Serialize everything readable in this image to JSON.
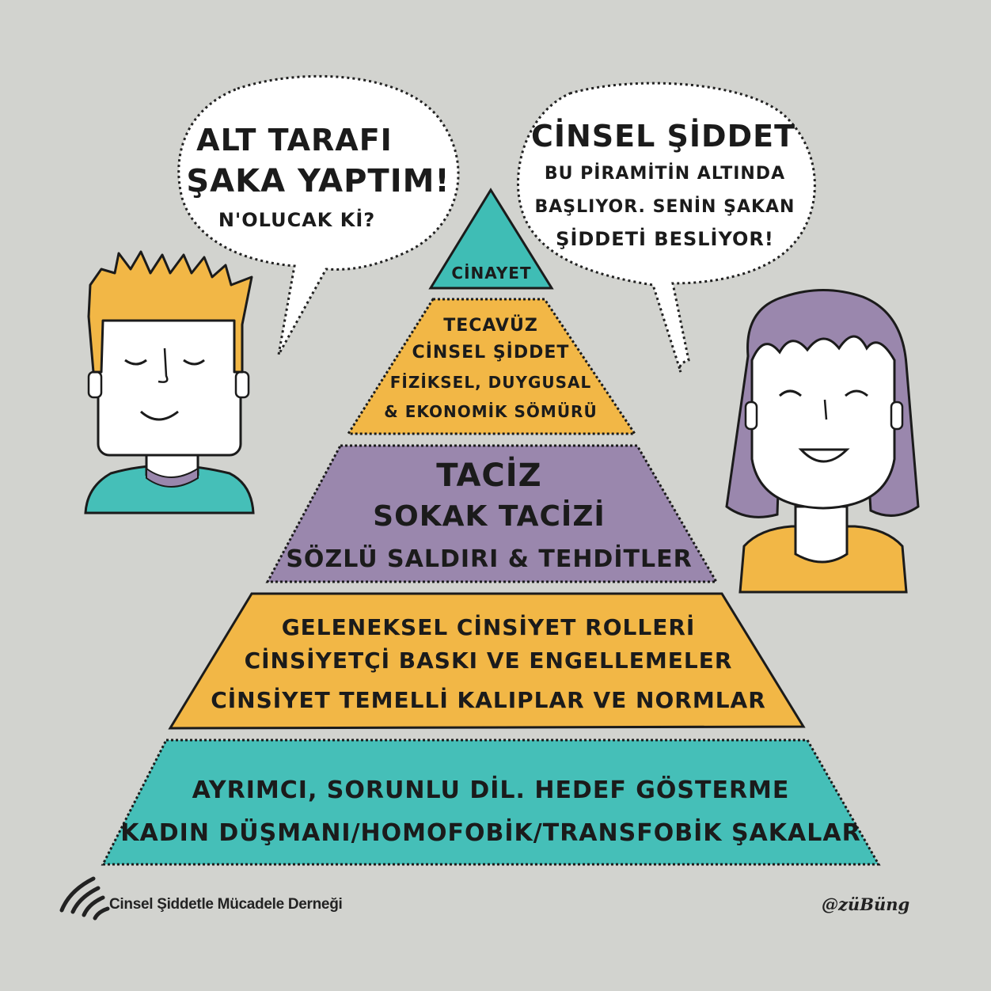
{
  "left_bubble": {
    "line1": "ALT TARAFI",
    "line2": "ŞAKA YAPTIM!",
    "line3": "N'OLUCAK Kİ?"
  },
  "right_bubble": {
    "line1": "CİNSEL ŞİDDET",
    "line2": "BU PİRAMİTİN ALTINDA",
    "line3": "BAŞLIYOR. SENİN ŞAKAN",
    "line4": "ŞİDDETİ BESLİYOR!"
  },
  "pyramid": {
    "level1": {
      "line1": "CİNAYET",
      "color": "#3fbdb5"
    },
    "level2": {
      "line1": "TECAVÜZ",
      "line2": "CİNSEL ŞİDDET",
      "line3": "FİZİKSEL, DUYGUSAL",
      "line4": "& EKONOMİK SÖMÜRÜ",
      "color": "#f2b746"
    },
    "level3": {
      "line1": "TACİZ",
      "line2": "SOKAK TACİZİ",
      "line3": "SÖZLÜ SALDIRI & TEHDİTLER",
      "color": "#9a87ad"
    },
    "level4": {
      "line1": "GELENEKSEL CİNSİYET ROLLERİ",
      "line2": "CİNSİYETÇİ BASKI VE ENGELLEMELER",
      "line3": "CİNSİYET TEMELLİ KALIPLAR VE NORMLAR",
      "color": "#f2b746"
    },
    "level5": {
      "line1": "AYRIMCI, SORUNLU DİL. HEDEF GÖSTERME",
      "line2": "KADIN DÜŞMANI/HOMOFOBİK/TRANSFOBİK ŞAKALAR",
      "color": "#45bfb8"
    }
  },
  "footer": {
    "logo_text": "Cinsel Şiddetle Mücadele Derneği",
    "signature": "@züBüng"
  },
  "colors": {
    "background": "#d2d3cf",
    "teal": "#3fbdb5",
    "mustard": "#f2b746",
    "purple": "#9a87ad",
    "ink": "#1b1b1b"
  }
}
